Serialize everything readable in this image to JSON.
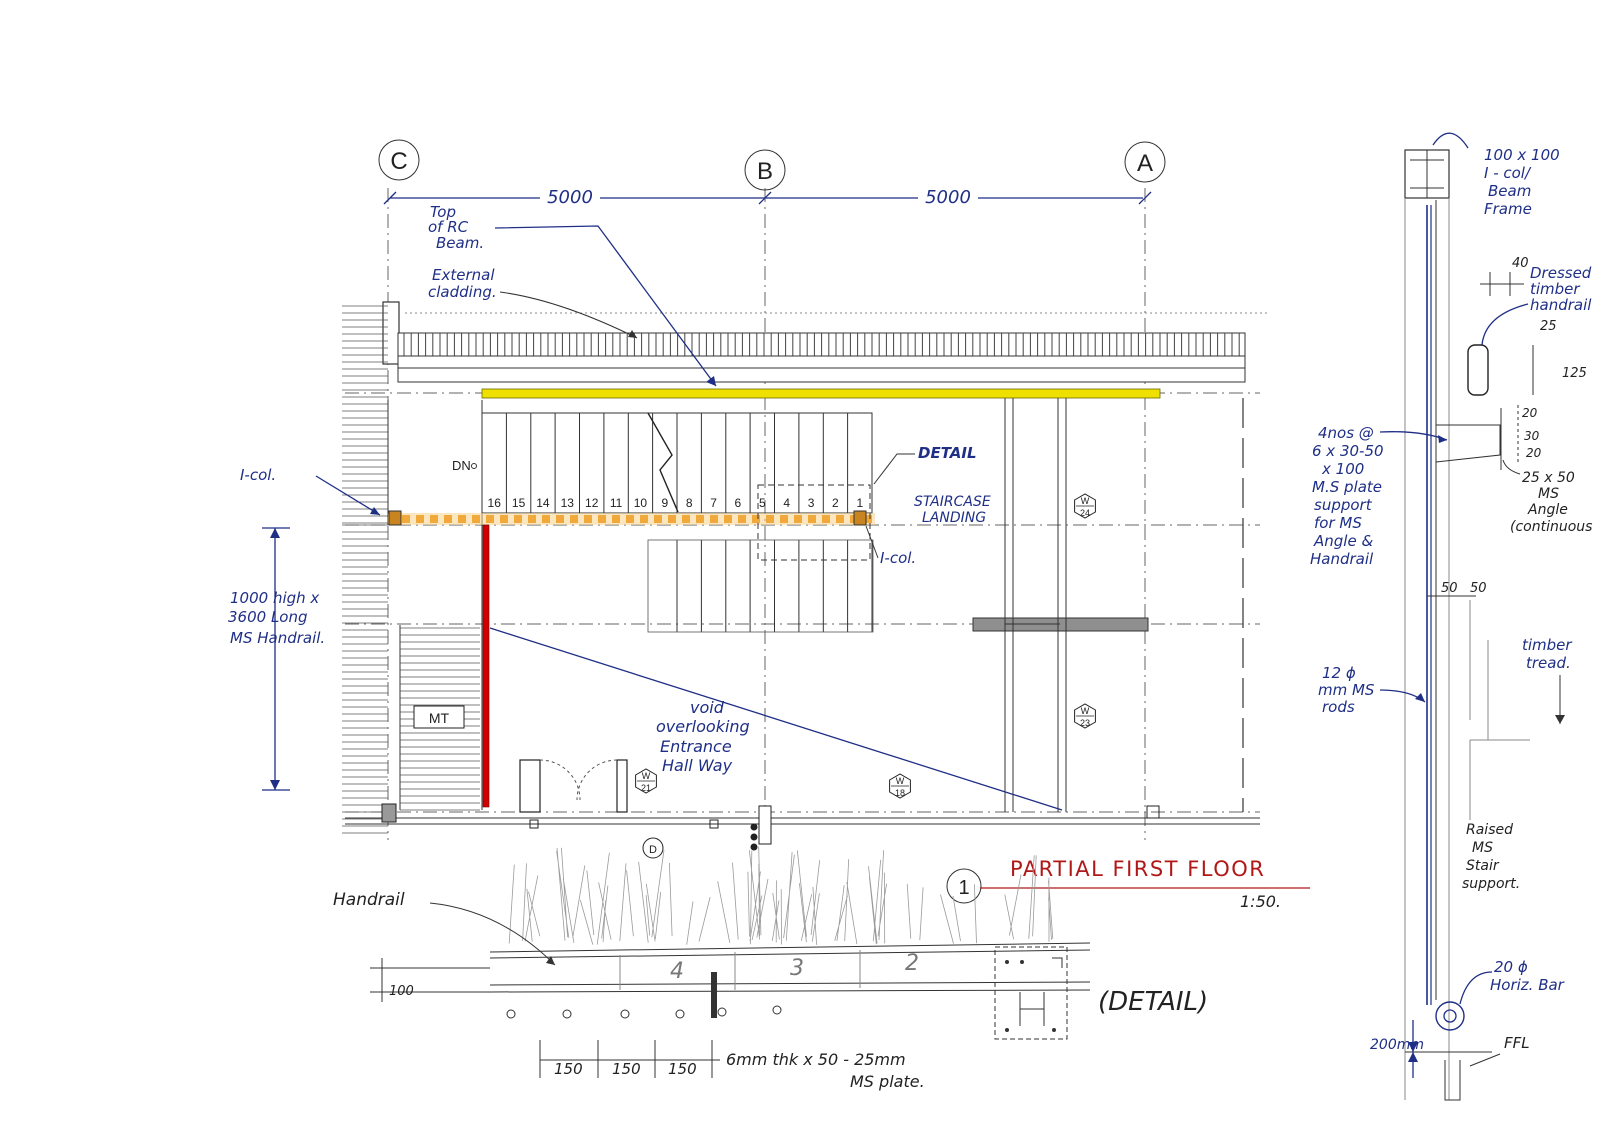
{
  "colors": {
    "ink_blue": "#1f2f86",
    "title_red": "#b01818",
    "beam_yellow": "#f0e000",
    "landing_orange": "#f2a93b",
    "handrail_red": "#d10000",
    "linework": "#333333"
  },
  "grid": {
    "C": "C",
    "B": "B",
    "A": "A",
    "span_cb": "5000",
    "span_ba": "5000"
  },
  "plan": {
    "treads": [
      "16",
      "15",
      "14",
      "13",
      "12",
      "11",
      "10",
      "9",
      "8",
      "7",
      "6",
      "5",
      "4",
      "3",
      "2",
      "1"
    ],
    "dn_label": "DN",
    "room_label": "MT",
    "door_tag": "D",
    "window_tags": [
      {
        "w": "W",
        "n": "24"
      },
      {
        "w": "W",
        "n": "23"
      },
      {
        "w": "W",
        "n": "21"
      },
      {
        "w": "W",
        "n": "18"
      }
    ]
  },
  "notes": {
    "rc_beam": [
      "Top",
      "of RC",
      "Beam."
    ],
    "cladding": [
      "External",
      "cladding."
    ],
    "detail": "DETAIL",
    "landing": [
      "STAIRCASE",
      "LANDING"
    ],
    "icol_left": "I-col.",
    "icol_right": "I-col.",
    "handrail_spec": [
      "1000 high x",
      "3600 Long",
      "MS Handrail."
    ],
    "void": [
      "void",
      "overlooking",
      "Entrance",
      "Hall Way"
    ]
  },
  "title_block": {
    "number": "1",
    "title": "PARTIAL FIRST FLOOR",
    "scale": "1:50."
  },
  "detail_plan": {
    "handrail": "Handrail",
    "dim_100": "100",
    "treads": [
      "4",
      "3",
      "2"
    ],
    "spacings": [
      "150",
      "150",
      "150"
    ],
    "plate_note": [
      "6mm thk x 50 - 25mm",
      "MS plate."
    ],
    "detail_label": "(DETAIL)"
  },
  "section": {
    "col_note": [
      "100 x 100",
      "I - col/",
      "Beam",
      "Frame"
    ],
    "dim_40": "40",
    "handrail_note": [
      "Dressed",
      "timber",
      "handrail"
    ],
    "dim_25": "25",
    "dim_125": "125",
    "dims_stack": [
      "20",
      "30",
      "20"
    ],
    "angle_note": [
      "25 x 50",
      "MS",
      "Angle",
      "(continuous"
    ],
    "plate_note": [
      "4nos @",
      "6 x 30-50",
      "x 100",
      "M.S plate",
      "support",
      "for MS",
      "Angle &",
      "Handrail"
    ],
    "dims_50": [
      "50",
      "50"
    ],
    "tread_note": [
      "timber",
      "tread."
    ],
    "rods_note": [
      "12 ϕ",
      "mm MS",
      "rods"
    ],
    "stair_note": [
      "Raised",
      "MS",
      "Stair",
      "support."
    ],
    "bar_note": [
      "20 ϕ",
      "Horiz. Bar"
    ],
    "dim_200": "200mm",
    "ffl": "FFL"
  }
}
